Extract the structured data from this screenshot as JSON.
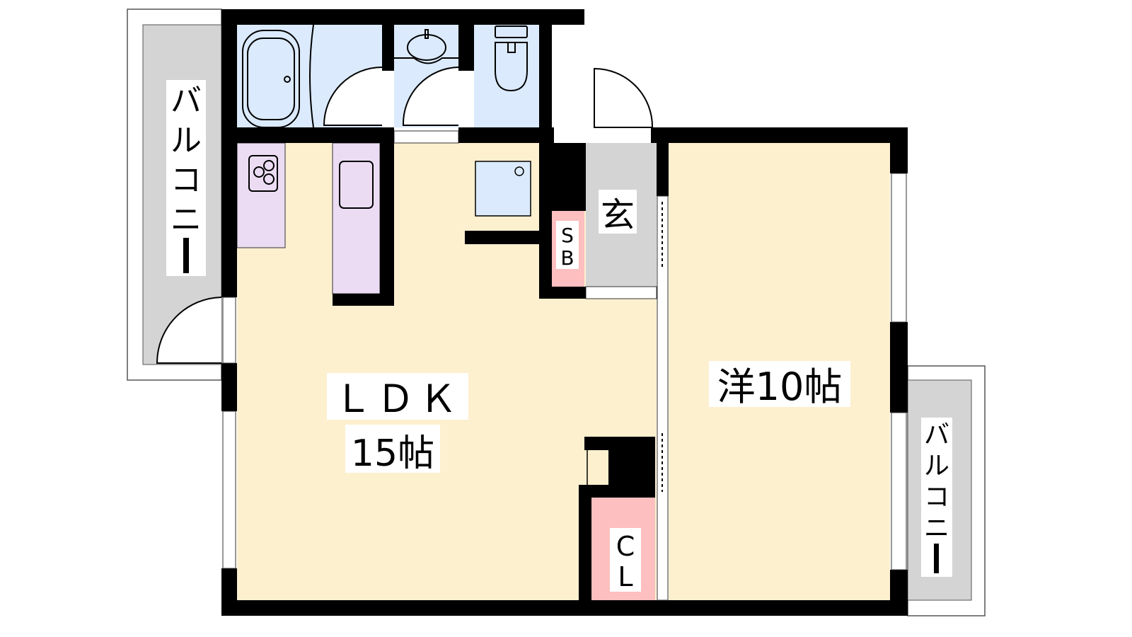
{
  "floor_plan": {
    "rooms": {
      "ldk": {
        "name": "ＬＤＫ",
        "size": "15帖"
      },
      "western_room": {
        "name": "洋10帖"
      },
      "entrance": {
        "name": "玄"
      },
      "shoe_box": {
        "line1": "S",
        "line2": "B"
      },
      "closet": {
        "line1": "C",
        "line2": "L"
      },
      "balcony_left": {
        "chars": [
          "バ",
          "ル",
          "コ",
          "ニ",
          "ー"
        ]
      },
      "balcony_right": {
        "chars": [
          "バ",
          "ル",
          "コ",
          "ニ",
          "ー"
        ]
      }
    },
    "colors": {
      "floor": "#fdf0cf",
      "wet_area": "#dbeafc",
      "kitchen": "#ebdcf3",
      "storage": "#fdbfbf",
      "balcony": "#d4d4d4",
      "wall": "#000000"
    }
  }
}
